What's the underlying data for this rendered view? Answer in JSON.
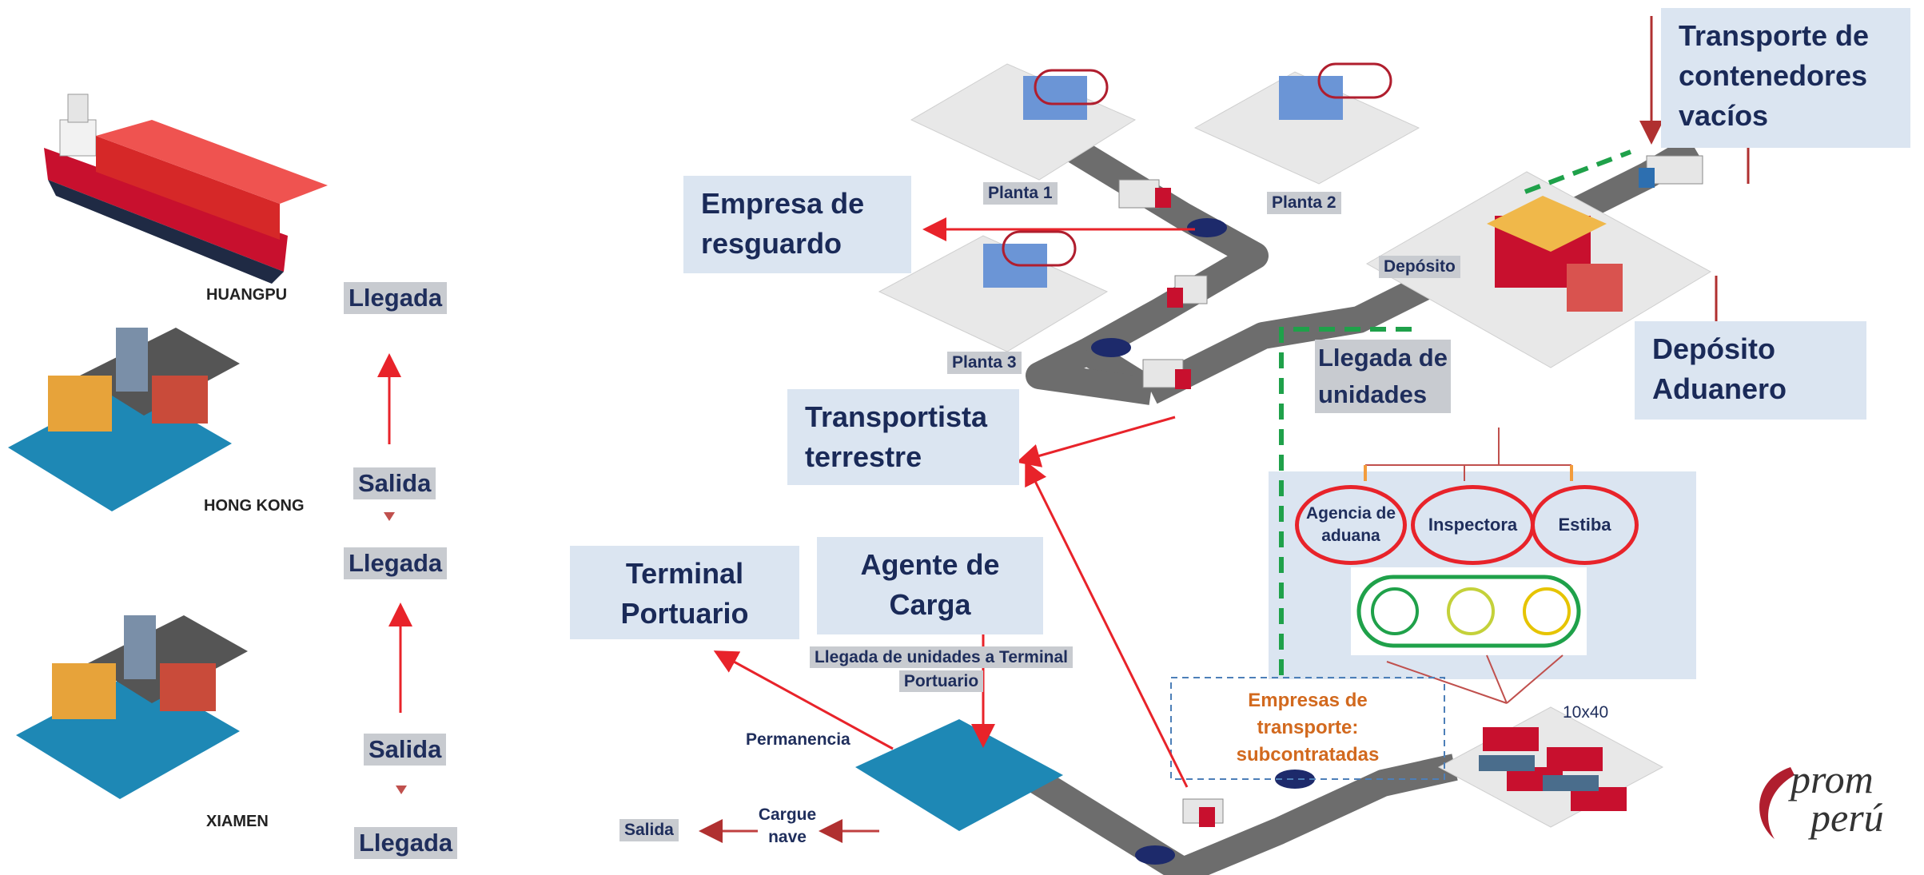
{
  "ports": {
    "huangpu": "HUANGPU",
    "hong_kong": "HONG KONG",
    "xiamen": "XIAMEN"
  },
  "timeline": {
    "llegada_1": "Llegada",
    "salida_1": "Salida",
    "llegada_2": "Llegada",
    "salida_2": "Salida",
    "llegada_3": "Llegada"
  },
  "boxes": {
    "empresa_resguardo": [
      "Empresa de",
      "resguardo"
    ],
    "transportista": [
      "Transportista",
      "terrestre"
    ],
    "terminal": [
      "Terminal",
      "Portuario"
    ],
    "agente": [
      "Agente de",
      "Carga"
    ],
    "transporte_vacios": [
      "Transporte de",
      "contenedores",
      "vacíos"
    ],
    "deposito_aduanero": [
      "Depósito",
      "Aduanero"
    ]
  },
  "labels": {
    "planta_1": "Planta 1",
    "planta_2": "Planta 2",
    "planta_3": "Planta 3",
    "deposito": "Depósito",
    "llegada_unidades": [
      "Llegada de",
      "unidades"
    ],
    "llegada_terminal": [
      "Llegada de unidades a Terminal",
      "Portuario"
    ],
    "permanencia": "Permanencia",
    "cargue_nave": [
      "Cargue",
      "nave"
    ],
    "salida": "Salida",
    "empresas_transporte": [
      "Empresas de",
      "transporte:",
      "subcontratadas"
    ],
    "size": "10x40"
  },
  "ovals": {
    "agencia": [
      "Agencia de",
      "aduana"
    ],
    "inspectora": "Inspectora",
    "estiba": "Estiba"
  },
  "logo": {
    "line1": "prom",
    "line2": "perú"
  },
  "colors": {
    "box_fill": "#dbe5f1",
    "box_text": "#1a2a58",
    "arrow_red": "#e8232a",
    "green_dash": "#1fa14a",
    "orange_text": "#d2691e"
  }
}
